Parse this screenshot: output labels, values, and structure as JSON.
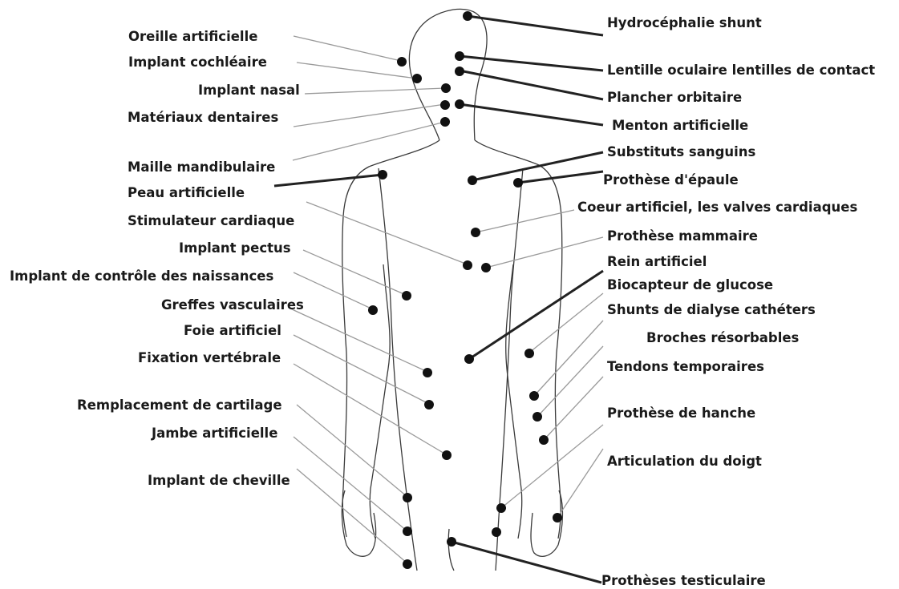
{
  "labels_left": [
    "Oreille artificielle",
    "Implant cochléaire",
    "Implant nasal",
    "Matériaux dentaires",
    "Maille mandibulaire",
    "Peau artificielle",
    "Stimulateur cardiaque",
    "Implant pectus",
    "Implant de contrôle des naissances",
    "Greffes vasculaires",
    "Foie artificiel",
    "Fixation vertébrale",
    "Remplacement de cartilage",
    "Jambe artificielle",
    "Implant de cheville"
  ],
  "labels_right": [
    "Hydrocéphalie shunt",
    "Lentille oculaire lentilles de contact",
    "Plancher orbitaire",
    "Menton artificielle",
    "Substituts sanguins",
    "Prothèse d'épaule",
    "Coeur artificiel, les valves cardiaques",
    "Prothèse mammaire",
    "Rein artificiel",
    "Biocapteur de glucose",
    "Shunts de dialyse cathéters",
    "Broches résorbables",
    "Tendons temporaires",
    "Prothèse de hanche",
    "Articulation du doigt",
    "Prothèses testiculaire"
  ]
}
